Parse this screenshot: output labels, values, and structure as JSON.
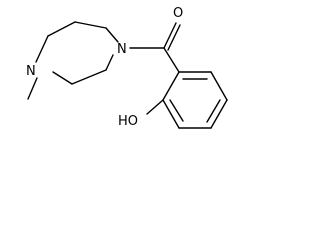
{
  "structure": {
    "atoms": {
      "ring_nitrogen_bottom": "N",
      "ring_nitrogen_right": "N",
      "carbonyl_oxygen": "O",
      "hydroxyl": "HO"
    }
  },
  "colors": {
    "background": "#ffffff",
    "ink": "#000000"
  }
}
